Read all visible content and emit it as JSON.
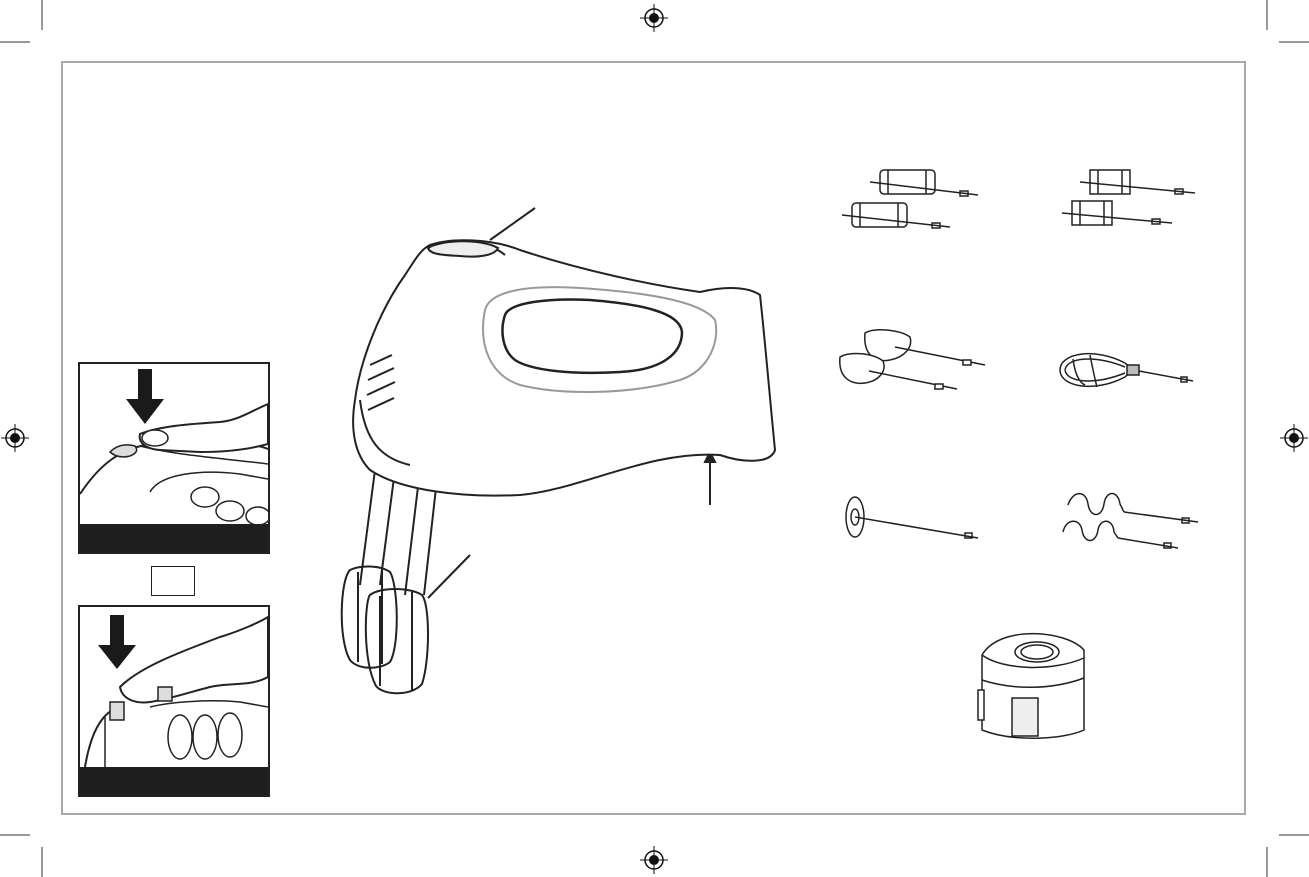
{
  "page": {
    "title": "",
    "registration_marks": [
      "top",
      "bottom",
      "left",
      "right"
    ]
  },
  "illustrations": {
    "mixer": {
      "icon": "hand-mixer-icon"
    },
    "eject_step_1": {
      "icon": "press-eject-button-icon",
      "caption": ""
    },
    "eject_step_2": {
      "icon": "press-eject-hand-icon",
      "caption": ""
    },
    "or_box": {
      "text": ""
    },
    "attachments": [
      {
        "icon": "traditional-beaters-icon"
      },
      {
        "icon": "flat-beaters-icon"
      },
      {
        "icon": "paddle-beaters-icon"
      },
      {
        "icon": "whisk-icon"
      },
      {
        "icon": "milkshake-rod-icon"
      },
      {
        "icon": "dough-hooks-icon"
      },
      {
        "icon": "storage-case-icon"
      }
    ]
  },
  "colors": {
    "line": "#222222",
    "frame": "#a9a9a9",
    "bar": "#1f1f1f"
  }
}
